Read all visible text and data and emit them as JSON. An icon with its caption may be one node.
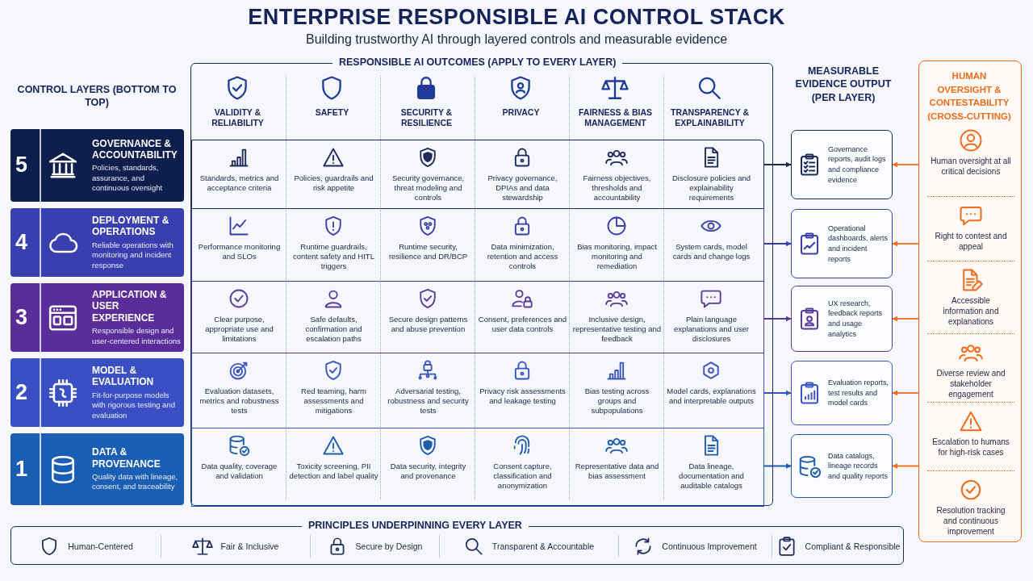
{
  "diagram": {
    "title": "ENTERPRISE RESPONSIBLE AI CONTROL STACK",
    "nodes": [
      {
        "text": [
          "5",
          "GOVERNANCE & ACCOUNTABILITY",
          "Policies, standards, assurance, and continuous oversight"
        ]
      },
      {
        "text": [
          "4",
          "DEPLOYMENT & OPERATIONS",
          "Reliable operations with monitoring and incident response"
        ]
      },
      {
        "text": [
          "3",
          "APPLICATION & USER EXPERIENCE",
          "Responsible design and user-centered interactions"
        ]
      },
      {
        "text": [
          "2",
          "MODEL & EVALUATION",
          "Fit-for-purpose models with rigorous testing and evaluation"
        ]
      },
      {
        "text": [
          "1",
          "DATA & PROVENANCE",
          "Quality data with lineage, consent, and traceability"
        ]
      },
      {
        "text": [
          "RESPONSIBLE AI OUTCOMES (APPLY TO EVERY LAYER)"
        ]
      },
      {
        "text": [
          "Standards, metrics and acceptance criteria",
          "Policies, guardrails and risk appetite",
          "Security governance, threat modeling and controls",
          "Privacy governance, DPIAs and data stewardship",
          "Fairness objectives, thresholds and accountability",
          "Disclosure policies and explainability requirements"
        ],
        "in": 5
      },
      {
        "text": [
          "Performance monitoring and SLOs",
          "Runtime guardrails, content safety and HITL triggers",
          "Runtime security, resilience and DR/BCP",
          "Data minimization, retention and access controls",
          "Bias monitoring, impact monitoring and remediation",
          "System cards, model cards and change logs"
        ],
        "in": 5
      },
      {
        "text": [
          "Clear purpose, appropriate use and limitations",
          "Safe defaults, confirmation and escalation paths",
          "Secure design patterns and abuse prevention",
          "Consent, preferences and user data controls",
          "Inclusive design, representative testing and feedback",
          "Plain language explanations and user disclosures"
        ],
        "in": 5
      },
      {
        "text": [
          "Evaluation datasets, metrics and robustness tests",
          "Red teaming, harm assessments and mitigations",
          "Adversarial testing, robustness and security tests",
          "Privacy risk assessments and leakage testing",
          "Bias testing across groups and subpopulations",
          "Model cards, explanations and interpretable outputs"
        ],
        "in": 5
      },
      {
        "text": [
          "Data quality, coverage and validation",
          "Toxicity screening, PII detection and label quality",
          "Data security, integrity and provenance",
          "Consent capture, classification and anonymization",
          "Representative data and bias assessment",
          "Data lineage, documentation and auditable catalogs"
        ],
        "in": 5
      },
      {
        "text": [
          "Governance reports, audit logs and compliance evidence"
        ]
      },
      {
        "text": [
          "Operational dashboards, alerts and incident reports"
        ]
      },
      {
        "text": [
          "UX research, feedback reports and usage analytics"
        ]
      },
      {
        "text": [
          "Evaluation reports, test results and model cards"
        ]
      },
      {
        "text": [
          "Data catalogs, lineage records and quality reports"
        ]
      },
      {
        "text": [
          "HUMAN OVERSIGHT & CONTESTABILITY (CROSS-CUTTING)"
        ]
      },
      {
        "text": [
          "Human oversight at all critical decisions"
        ],
        "in": 16
      },
      {
        "text": [
          "Right to contest and appeal"
        ],
        "in": 16
      },
      {
        "text": [
          "Accessible information and explanations"
        ],
        "in": 16
      },
      {
        "text": [
          "Diverse review and stakeholder engagement"
        ],
        "in": 16
      },
      {
        "text": [
          "Escalation to humans for high-risk cases"
        ],
        "in": 16
      },
      {
        "text": [
          "Resolution tracking and continuous improvement"
        ],
        "in": 16
      },
      {
        "text": [
          "PRINCIPLES UNDERPINNING EVERY LAYER"
        ]
      },
      {
        "text": [
          "Human-Centered"
        ],
        "in": 23
      },
      {
        "text": [
          "Fair & Inclusive"
        ],
        "in": 23
      },
      {
        "text": [
          "Secure by Design"
        ],
        "in": 23
      },
      {
        "text": [
          "Transparent & Accountable"
        ],
        "in": 23
      },
      {
        "text": [
          "Continuous Improvement"
        ],
        "in": 23
      },
      {
        "text": [
          "Compliant & Responsible"
        ],
        "in": 23
      }
    ],
    "edges": [
      {
        "from": 6,
        "to": 11,
        "arrow": "to",
        "color": "#1f2a5c"
      },
      {
        "from": 7,
        "to": 12,
        "arrow": "to",
        "color": "#3a3fa8"
      },
      {
        "from": 8,
        "to": 13,
        "arrow": "to",
        "color": "#5b3a9e"
      },
      {
        "from": 9,
        "to": 14,
        "arrow": "to",
        "color": "#3b55c0"
      },
      {
        "from": 10,
        "to": 15,
        "arrow": "to",
        "color": "#1e5cad"
      },
      {
        "from": 16,
        "to": 11,
        "arrow": "to",
        "color": "#f26b1d"
      },
      {
        "from": 16,
        "to": 12,
        "arrow": "to",
        "color": "#f26b1d"
      },
      {
        "from": 16,
        "to": 13,
        "arrow": "to",
        "color": "#f26b1d"
      },
      {
        "from": 16,
        "to": 14,
        "arrow": "to",
        "color": "#f26b1d"
      },
      {
        "from": 16,
        "to": 15,
        "arrow": "to",
        "color": "#f26b1d"
      }
    ],
    "labels": [
      "Building trustworthy AI through layered controls and measurable evidence",
      "CONTROL LAYERS (BOTTOM TO TOP)",
      "VALIDITY & RELIABILITY",
      "SAFETY",
      "SECURITY & RESILIENCE",
      "PRIVACY",
      "FAIRNESS & BIAS MANAGEMENT",
      "TRANSPARENCY & EXPLAINABILITY",
      "MEASURABLE EVIDENCE OUTPUT (PER LAYER)"
    ]
  }
}
